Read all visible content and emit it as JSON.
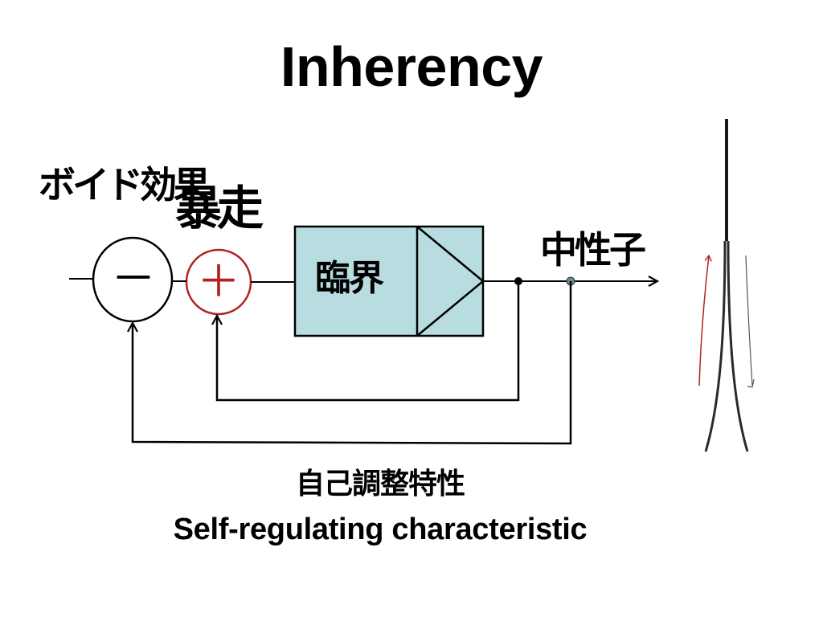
{
  "slide": {
    "title": "Inherency",
    "colors": {
      "text": "#000000",
      "block_fill": "#b8dde0",
      "positive_feedback": "#b22222",
      "peak_line": "#2a2a2a",
      "output_dot": "#6a8a93"
    }
  },
  "diagram": {
    "void_effect_label": "ボイド効果",
    "runaway_label": "暴走",
    "critical_block_label": "臨界",
    "neutron_label": "中性子",
    "minus_symbol": "－",
    "plus_symbol": "＋"
  },
  "caption": {
    "japanese": "自己調整特性",
    "english": "Self-regulating characteristic"
  }
}
